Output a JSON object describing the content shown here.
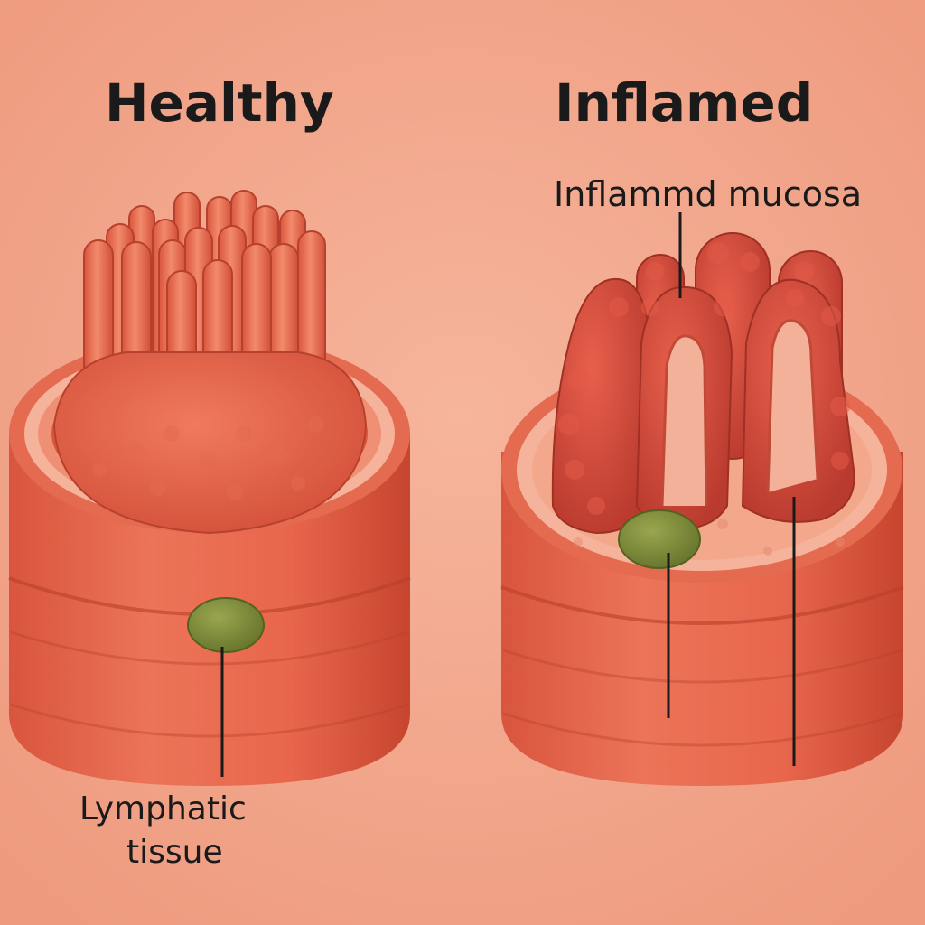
{
  "titles": {
    "healthy": "Healthy",
    "inflamed": "Inflamed"
  },
  "annotations": {
    "inflamed_mucosa": "Inflammd mucosa",
    "lymphatic_line1": "Lymphatic",
    "lymphatic_line2": "tissue"
  },
  "colors": {
    "background": "#f1a489",
    "tissue": "#e8664c",
    "tissue_dark": "#c94a36",
    "inflamed_tissue": "#db4a3c",
    "stroma": "#f5b39a",
    "lymph_node": "#7b8a3a"
  }
}
